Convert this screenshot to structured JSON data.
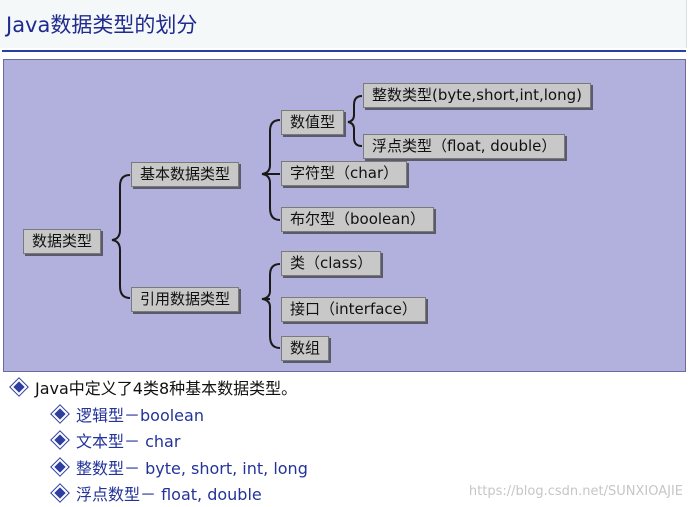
{
  "title": "Java数据类型的划分",
  "diagram": {
    "root": "数据类型",
    "basic": "基本数据类型",
    "reference": "引用数据类型",
    "numeric": "数值型",
    "integer": "整数类型(byte,short,int,long)",
    "float": "浮点类型（float, double）",
    "char": "字符型（char）",
    "boolean": "布尔型（boolean）",
    "class": "类（class）",
    "interface": "接口（interface）",
    "array": "数组"
  },
  "bullets": {
    "main": "Java中定义了4类8种基本数据类型。",
    "items": [
      "逻辑型－boolean",
      "文本型－ char",
      "整数型－ byte,  short,  int,  long",
      "浮点数型－ float,  double"
    ]
  },
  "watermark": "https://blog.csdn.net/SUNXIOAJIE",
  "colors": {
    "panel": "#b2b0dc",
    "node": "#c8c8c8",
    "title_text": "#1f2a8f",
    "bullet_text": "#23339a"
  }
}
